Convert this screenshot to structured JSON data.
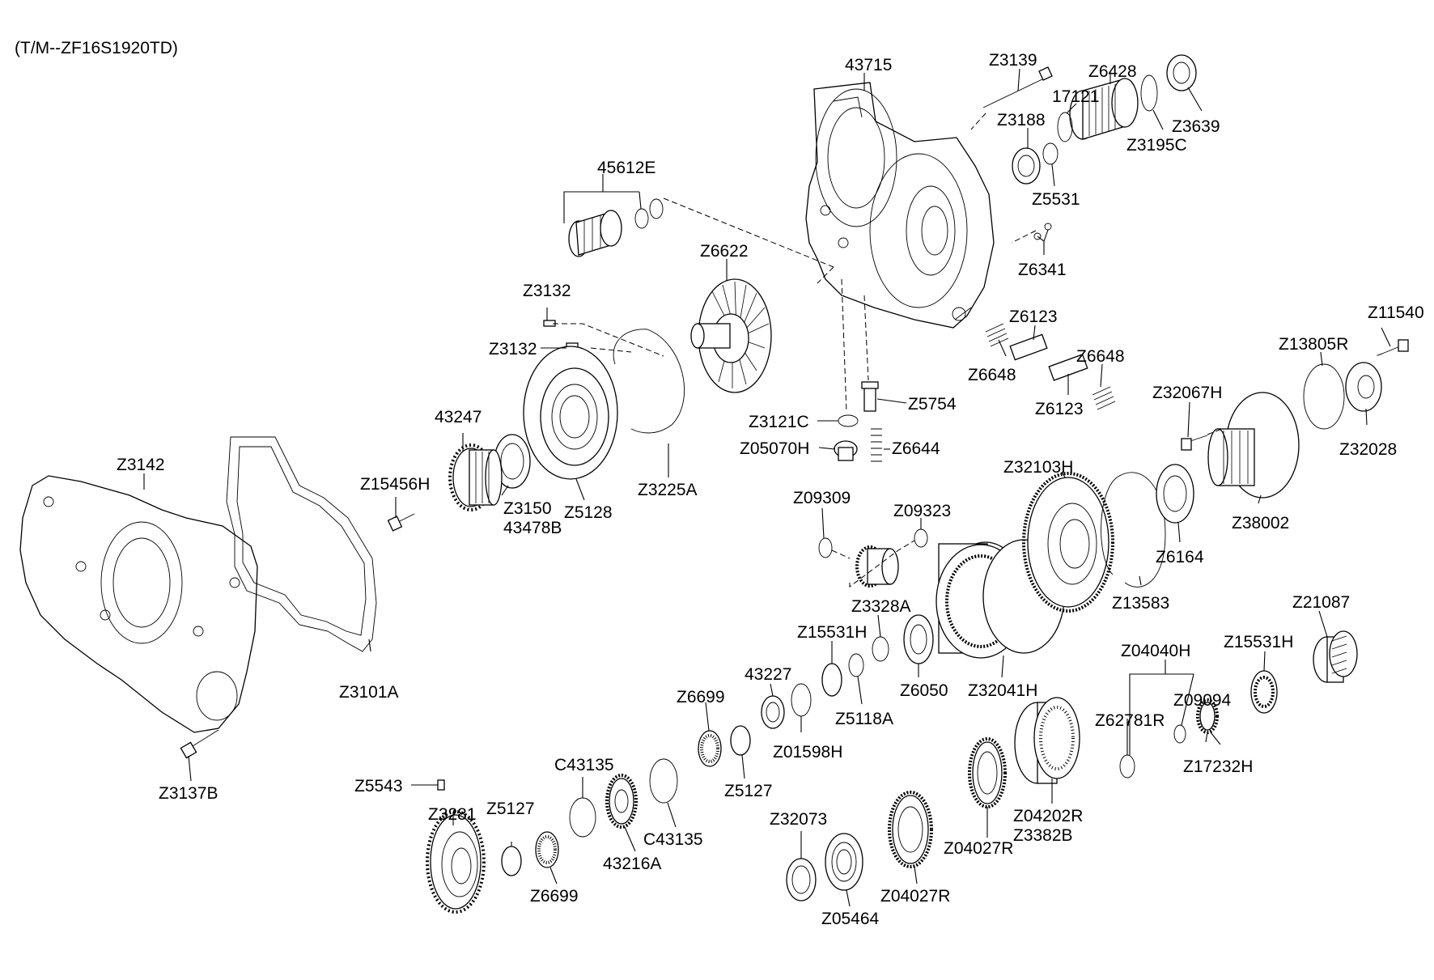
{
  "title": "(T/M--ZF16S1920TD)",
  "labels": {
    "p43715": "43715",
    "pZ3139": "Z3139",
    "pZ6428": "Z6428",
    "p17121": "17121",
    "pZ3188": "Z3188",
    "pZ3639": "Z3639",
    "pZ3195C": "Z3195C",
    "pZ5531": "Z5531",
    "p45612E": "45612E",
    "pZ6341": "Z6341",
    "pZ6622": "Z6622",
    "pZ3132a": "Z3132",
    "pZ3132b": "Z3132",
    "pZ6123a": "Z6123",
    "pZ6648a": "Z6648",
    "pZ6648b": "Z6648",
    "pZ11540": "Z11540",
    "pZ13805R": "Z13805R",
    "pZ5754": "Z5754",
    "pZ6123b": "Z6123",
    "pZ32067H": "Z32067H",
    "p43247": "43247",
    "pZ3121C": "Z3121C",
    "pZ05070H": "Z05070H",
    "pZ6644": "Z6644",
    "pZ32028": "Z32028",
    "pZ3142": "Z3142",
    "pZ15456H": "Z15456H",
    "pZ3150": "Z3150",
    "p43478B": "43478B",
    "pZ5128": "Z5128",
    "pZ3225A": "Z3225A",
    "pZ32103H": "Z32103H",
    "pZ38002": "Z38002",
    "pZ09309": "Z09309",
    "pZ09323": "Z09323",
    "pZ6164": "Z6164",
    "pZ13583": "Z13583",
    "pZ3328A": "Z3328A",
    "pZ21087": "Z21087",
    "pZ15531Ha": "Z15531H",
    "pZ04040H": "Z04040H",
    "pZ15531Hb": "Z15531H",
    "pZ3101A": "Z3101A",
    "p43227": "43227",
    "pZ6050": "Z6050",
    "pZ32041H": "Z32041H",
    "pZ5118A": "Z5118A",
    "pZ09094": "Z09094",
    "pZ62781R": "Z62781R",
    "pZ6699a": "Z6699",
    "pZ01598H": "Z01598H",
    "pZ17232H": "Z17232H",
    "pZ3137B": "Z3137B",
    "pC43135a": "C43135",
    "pZ5127a": "Z5127",
    "pZ5543": "Z5543",
    "pZ04202R": "Z04202R",
    "pZ3382B": "Z3382B",
    "pZ3281": "Z3281",
    "pZ5127b": "Z5127",
    "pZ32073": "Z32073",
    "pC43135b": "C43135",
    "pZ04027Ra": "Z04027R",
    "p43216A": "43216A",
    "pZ6699b": "Z6699",
    "pZ04027Rb": "Z04027R",
    "pZ05464": "Z05464"
  }
}
